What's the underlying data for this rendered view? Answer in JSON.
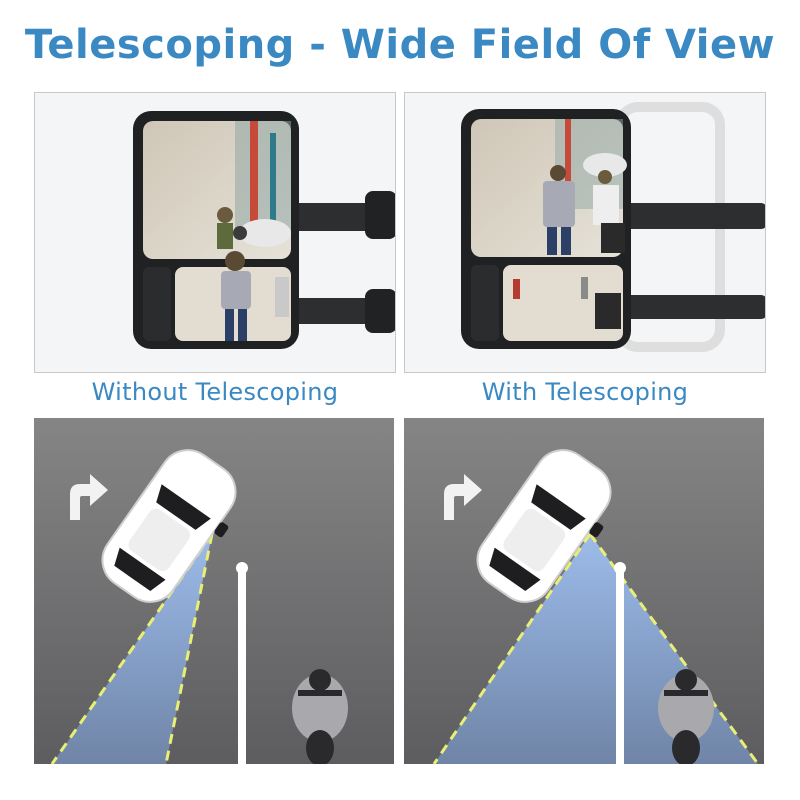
{
  "title": "Telescoping - Wide Field Of View",
  "captions": {
    "left": "Without Telescoping",
    "right": "With Telescoping"
  },
  "icons": {
    "turn": "turn-right-arrow-icon"
  },
  "colors": {
    "accent": "#3a89c2",
    "road": "#6f6f70",
    "cone_dash": "#e9ef74",
    "view_cone": "#8fb3e8",
    "mirror_frame": "#1f2123"
  }
}
